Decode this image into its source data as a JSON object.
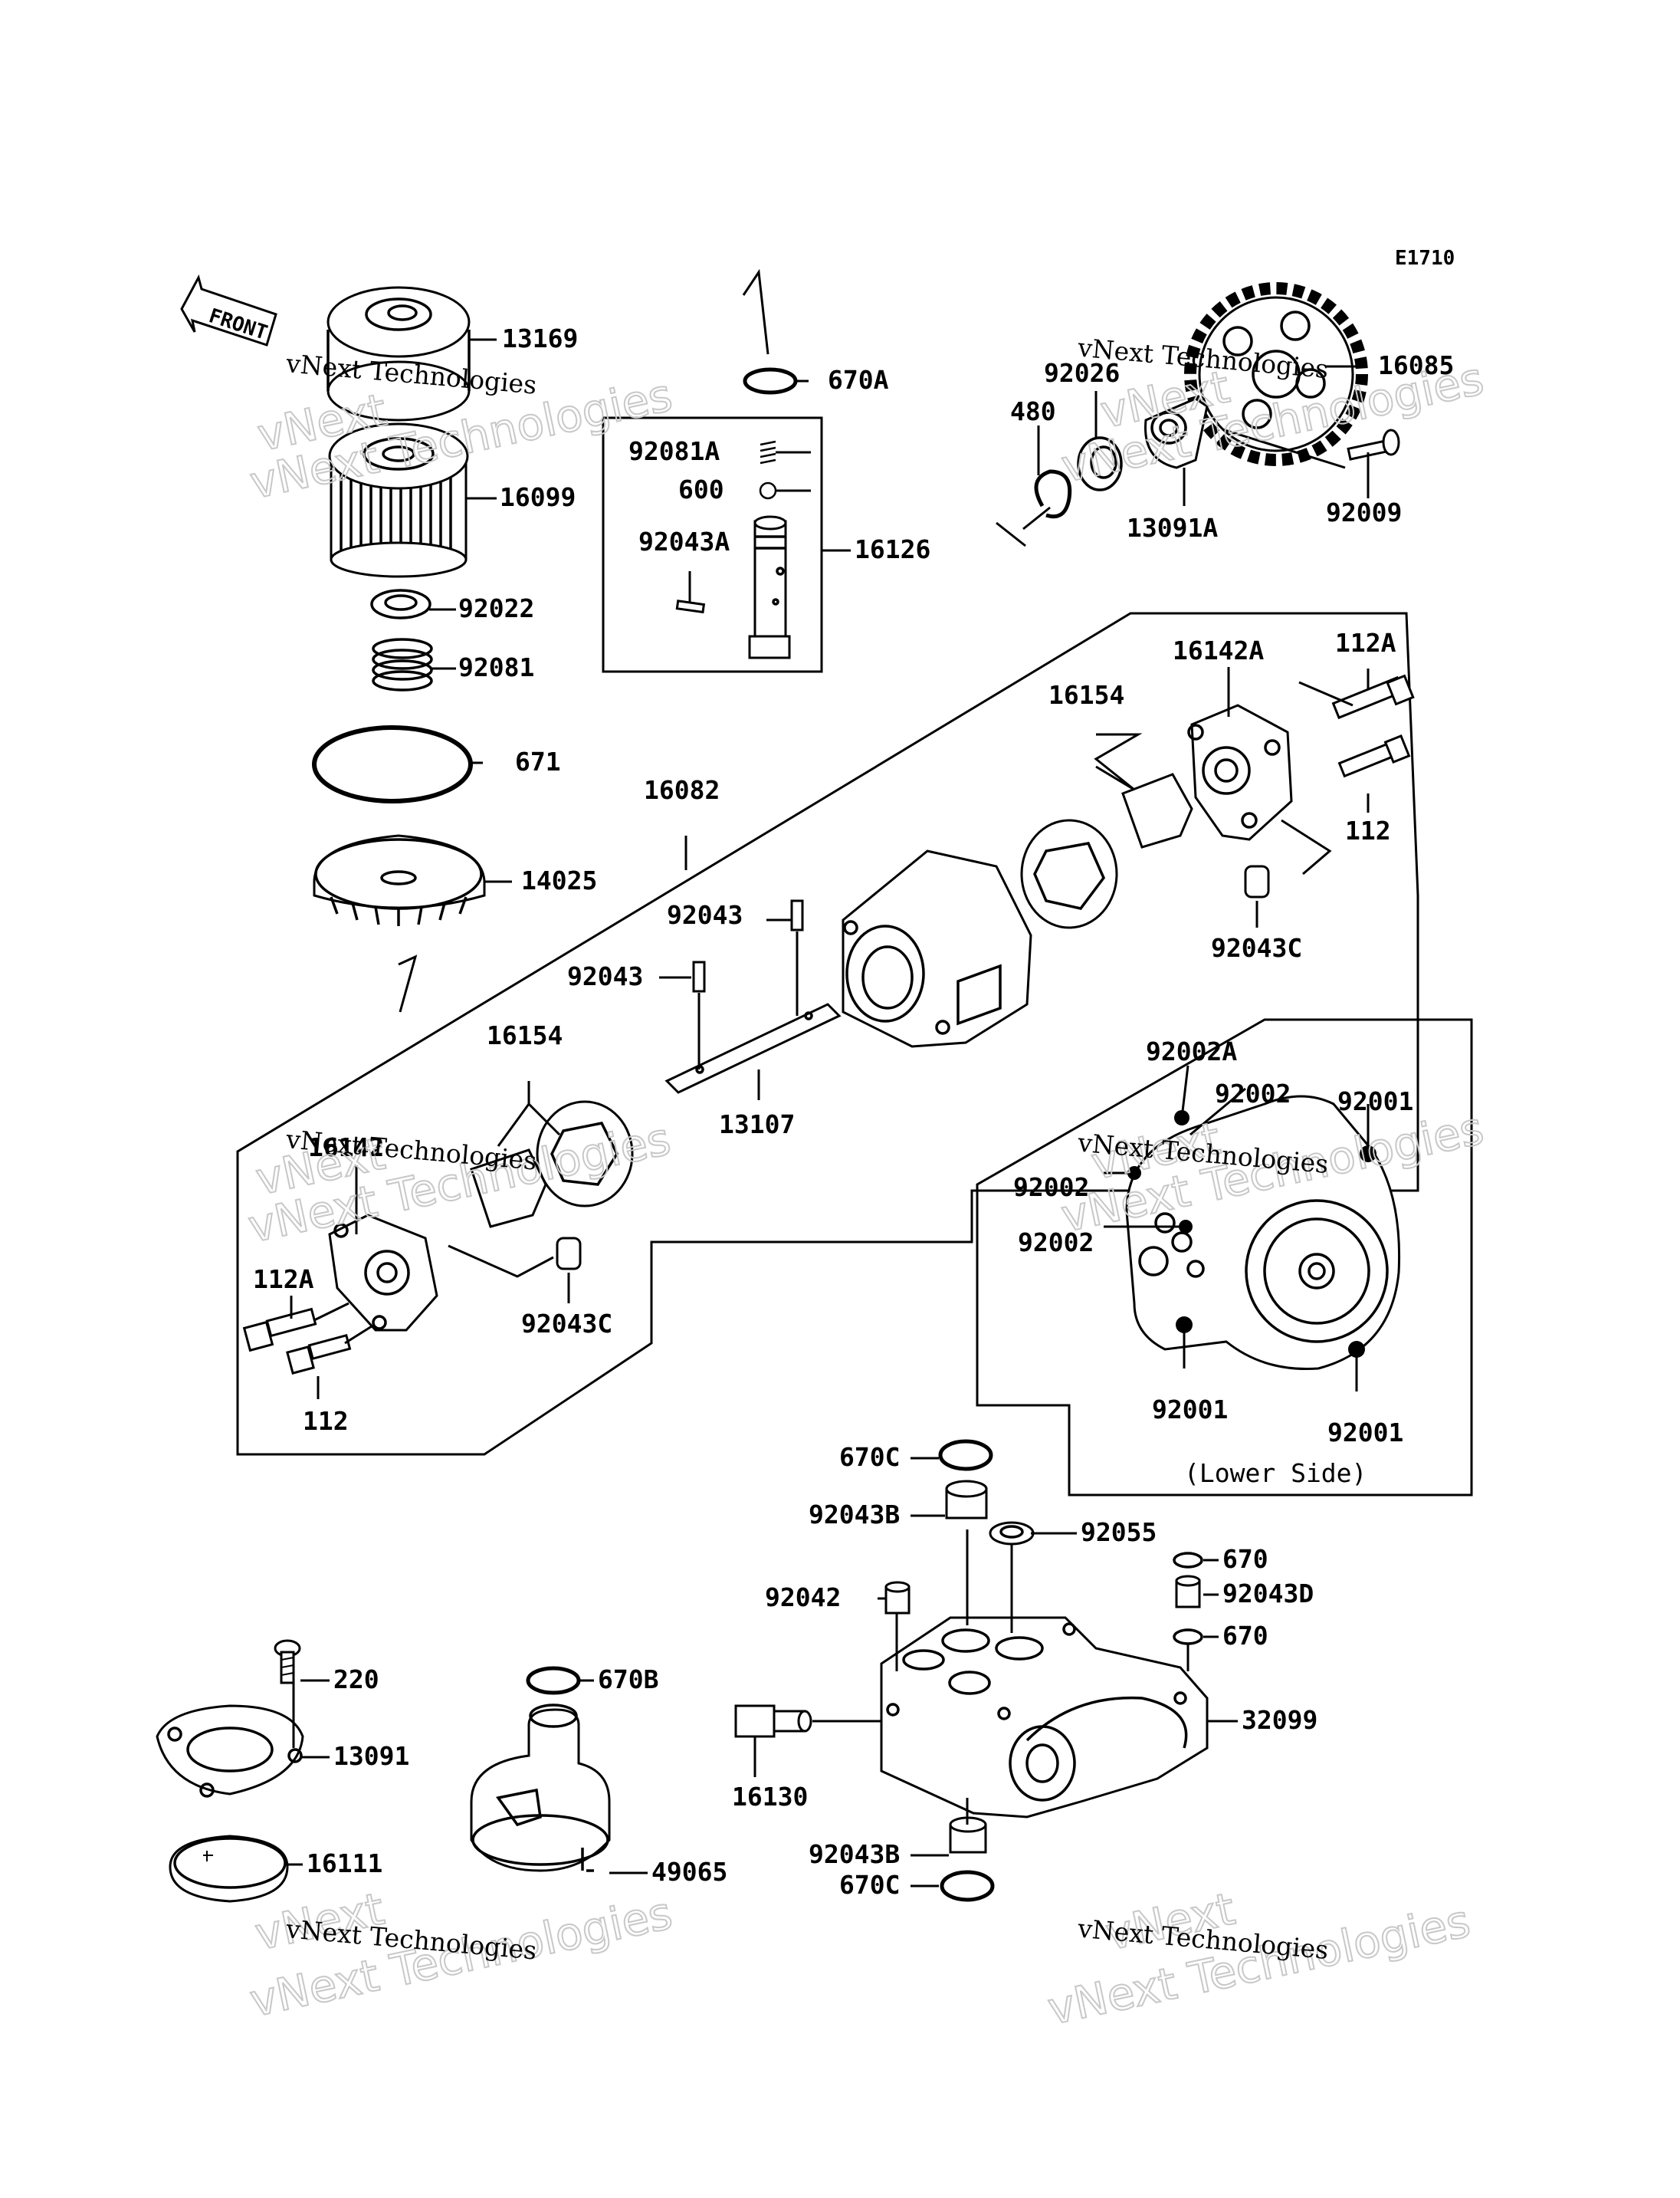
{
  "diagram_code": "E1710",
  "front_label": "FRONT",
  "lower_side_label": "(Lower Side)",
  "watermark": {
    "line1": "vNext Technologies",
    "line2": "vNext Technologies"
  },
  "parts": [
    "13169",
    "16099",
    "92022",
    "92081",
    "671",
    "14025",
    "670A",
    "92081A",
    "600",
    "92043A",
    "16126",
    "16085",
    "92026",
    "480",
    "92009",
    "13091A",
    "16082",
    "16142A",
    "112A",
    "16154",
    "112",
    "92043C",
    "92043",
    "13107",
    "16142",
    "92002A",
    "92002",
    "92001",
    "670C",
    "92043B",
    "92055",
    "670",
    "92042",
    "92043D",
    "220",
    "670B",
    "32099",
    "13091",
    "16130",
    "49065",
    "16111"
  ],
  "colors": {
    "ink": "#000000",
    "paper": "#ffffff",
    "watermark": "#c8c8c8"
  }
}
